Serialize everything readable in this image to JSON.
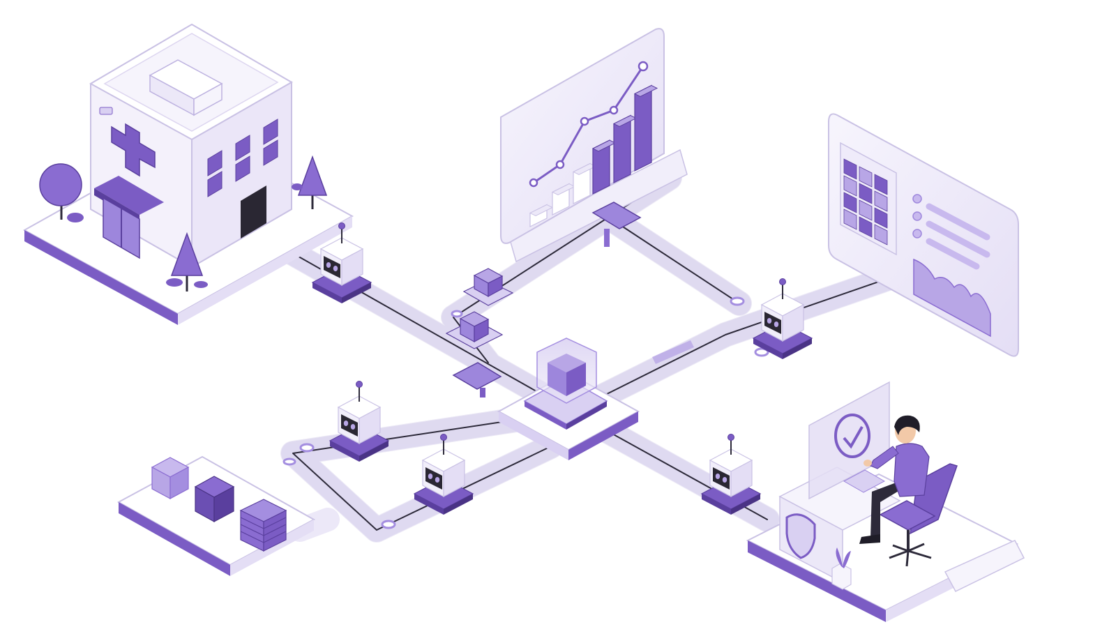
{
  "canvas": {
    "background": "#ffffff"
  },
  "palette": {
    "primary": "#7b5cc4",
    "primary_dark": "#5a3f9e",
    "primary_light": "#b8a6e6",
    "tint": "#ece8f8",
    "surface": "#f6f4fc",
    "outline": "#c9c1e4",
    "track_line": "#2d2a3a",
    "ink": "#222222"
  },
  "scene": {
    "hospital": {
      "icons": [
        "medical-cross-icon",
        "tree-icon"
      ]
    },
    "analytics_board": {
      "icons": [
        "line-chart-icon",
        "bar-chart-icon"
      ],
      "bar_levels": [
        0.15,
        0.25,
        0.35,
        0.5,
        0.65,
        0.85
      ]
    },
    "records_board": {
      "icons": [
        "grid-table-icon",
        "list-icon",
        "area-chart-icon"
      ],
      "grid": {
        "rows": 4,
        "cols": 3
      }
    },
    "central_hub": {
      "icons": [
        "cube-icon"
      ]
    },
    "storage_platform": {
      "icons": [
        "box-icon",
        "server-stack-icon"
      ]
    },
    "operator_station": {
      "icons": [
        "check-circle-icon",
        "shield-icon",
        "plant-icon",
        "office-chair-icon"
      ]
    },
    "robots": {
      "count": 5,
      "icons": [
        "robot-icon"
      ]
    }
  }
}
